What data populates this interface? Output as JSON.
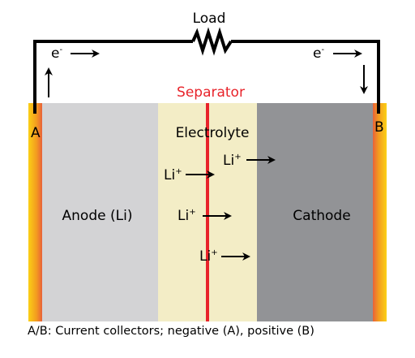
{
  "labels": {
    "load": "Load",
    "separator": "Separator",
    "electrolyte": "Electrolyte",
    "anode": "Anode (Li)",
    "cathode": "Cathode",
    "terminal_a": "A",
    "terminal_b": "B",
    "electron_left": "e",
    "electron_right": "e",
    "electron_charge": "-",
    "ion": "Li",
    "ion_charge": "+"
  },
  "caption": "A/B: Current collectors; negative (A), positive (B)",
  "colors": {
    "anode": "#d3d3d5",
    "electrolyte": "#f3edc6",
    "cathode": "#929396",
    "separator": "#e8232a",
    "collector_outer": "#fbd016",
    "collector_inner": "#e8623a"
  }
}
